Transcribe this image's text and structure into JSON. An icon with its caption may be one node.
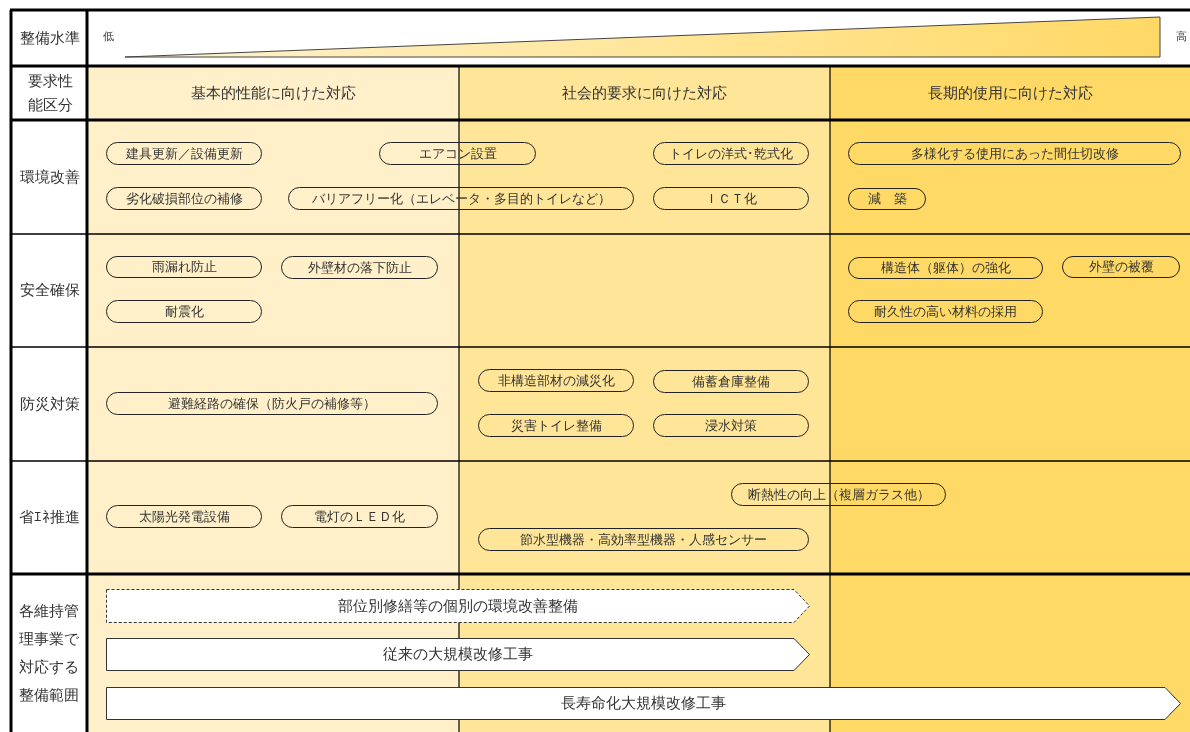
{
  "diagram": {
    "nodes": [
      {
        "text": [
          "建具更新／設備更新"
        ]
      },
      {
        "text": [
          "エアコン設置"
        ]
      },
      {
        "text": [
          "トイレの洋式･乾式化"
        ]
      },
      {
        "text": [
          "多様化する使用にあった間仕切改修"
        ]
      },
      {
        "text": [
          "劣化破損部位の補修"
        ]
      },
      {
        "text": [
          "バリアフリー化（エレベータ・多目的トイレなど）"
        ]
      },
      {
        "text": [
          "ＩＣＴ化"
        ]
      },
      {
        "text": [
          "減　築"
        ]
      },
      {
        "text": [
          "雨漏れ防止"
        ]
      },
      {
        "text": [
          "外壁材の落下防止"
        ]
      },
      {
        "text": [
          "構造体（躯体）の強化"
        ]
      },
      {
        "text": [
          "外壁の被覆"
        ]
      },
      {
        "text": [
          "耐震化"
        ]
      },
      {
        "text": [
          "耐久性の高い材料の採用"
        ]
      },
      {
        "text": [
          "非構造部材の減災化"
        ]
      },
      {
        "text": [
          "備蓄倉庫整備"
        ]
      },
      {
        "text": [
          "避難経路の確保（防火戸の補修等）"
        ]
      },
      {
        "text": [
          "災害トイレ整備"
        ]
      },
      {
        "text": [
          "浸水対策"
        ]
      },
      {
        "text": [
          "断熱性の向上（複層ガラス他）"
        ]
      },
      {
        "text": [
          "太陽光発電設備"
        ]
      },
      {
        "text": [
          "電灯のＬＥＤ化"
        ]
      },
      {
        "text": [
          "節水型機器・高効率型機器・人感センサー"
        ]
      },
      {
        "text": [
          "部位別修繕等の個別の環境改善整備"
        ]
      },
      {
        "text": [
          "従来の大規模改修工事"
        ]
      },
      {
        "text": [
          "長寿命化大規模改修工事"
        ]
      }
    ],
    "labels": [
      "整備水準",
      "低",
      "高",
      "要求性能区分",
      "基本的性能に向けた対応",
      "社会的要求に向けた対応",
      "長期的使用に向けた対応",
      "環境改善",
      "安全確保",
      "防災対策",
      "省ｴﾈ推進",
      "各維持管理事業で対応する整備範囲"
    ]
  }
}
